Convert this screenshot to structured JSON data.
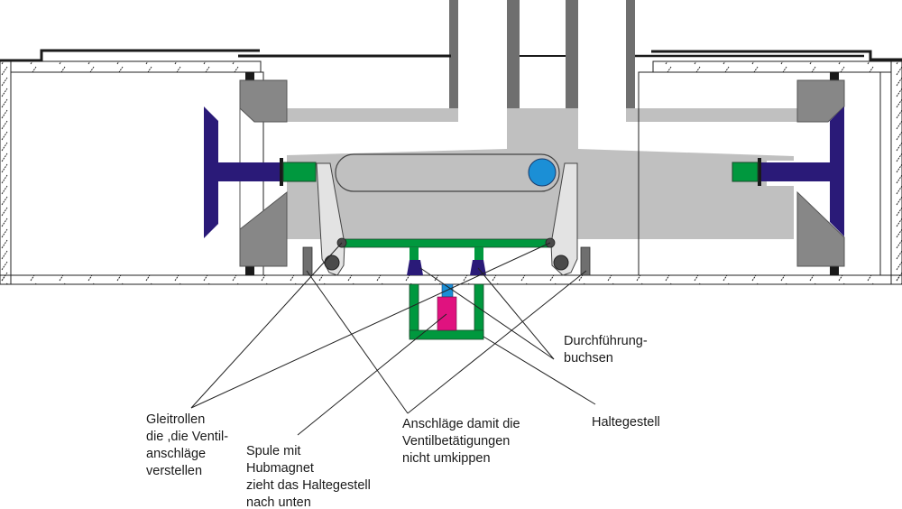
{
  "diagram": {
    "type": "mechanical cross-section",
    "colors": {
      "valve_body": "#c0c0c0",
      "valve_body_dark": "#878787",
      "port_wall": "#6f6f6f",
      "valve_disc": "#2a1a78",
      "actuator_tip": "#00983e",
      "frame": "#00983e",
      "rocker": "#e3e3e3",
      "roller": "#4a4a4a",
      "bushing": "#2a1a78",
      "solenoid_coil": "#e0127f",
      "plunger": "#1b8fd6",
      "shaft_dot": "#1b8fd6",
      "outline": "#222222",
      "housing_edge": "#1a1a1a"
    },
    "labels": {
      "gleitrollen": "Gleitrollen\ndie ,die Ventil-\nanschläge\nverstellen",
      "spule": "Spule mit\nHubmagnet\nzieht das Haltegestell\nnach unten",
      "anschlaege": "Anschläge damit die\nVentilbetätigungen\nnicht umkippen",
      "durchfuehrung": "Durchführung-\nbuchsen",
      "haltegestell": "Haltegestell"
    }
  }
}
